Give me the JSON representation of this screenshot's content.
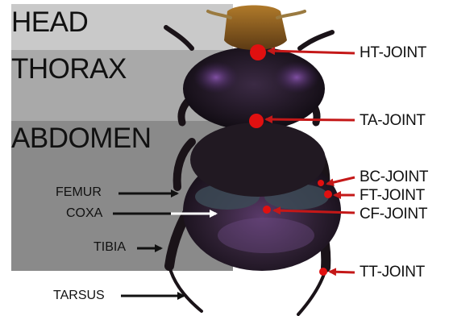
{
  "regions": {
    "head": "HEAD",
    "thorax": "THORAX",
    "abdomen": "ABDOMEN"
  },
  "parts": {
    "femur": "FEMUR",
    "coxa": "COXA",
    "tibia": "TIBIA",
    "tarsus": "TARSUS"
  },
  "joints": {
    "ht": "HT-JOINT",
    "ta": "TA-JOINT",
    "bc": "BC-JOINT",
    "ft": "FT-JOINT",
    "cf": "CF-JOINT",
    "tt": "TT-JOINT"
  },
  "colors": {
    "head_band": "#c9c9c9",
    "thorax_band": "#a9a9a9",
    "abdomen_band": "#8a8a8a",
    "joint_marker": "#e01010",
    "joint_arrow": "#c41818",
    "part_arrow": "#111111",
    "beetle_body": "#2b2130",
    "beetle_sheen": "#6a3f88"
  }
}
